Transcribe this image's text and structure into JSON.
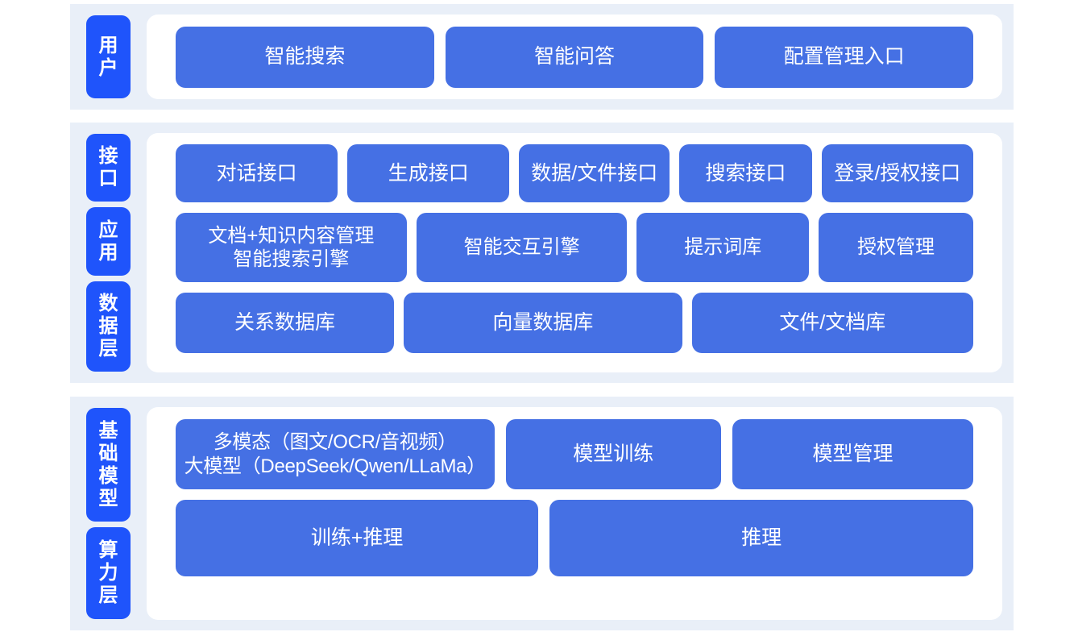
{
  "diagram": {
    "colors": {
      "band_background": "#e9eff8",
      "panel_background": "#ffffff",
      "box_blue": "#4570e4",
      "label_chip_blue": "#1f54fb",
      "text_white": "#ffffff"
    },
    "sections": [
      {
        "id": "user",
        "labels": [
          "用户"
        ],
        "rows": [
          {
            "id": "user-entries",
            "boxes": [
              {
                "text": "智能搜索"
              },
              {
                "text": "智能问答"
              },
              {
                "text": "配置管理入口"
              }
            ]
          }
        ]
      },
      {
        "id": "middle",
        "labels": [
          "接口",
          "应用",
          "数据层"
        ],
        "rows": [
          {
            "id": "interface",
            "boxes": [
              {
                "text": "对话接口",
                "flex": 2.17
              },
              {
                "text": "生成接口",
                "flex": 2.17
              },
              {
                "text": "数据/文件接口",
                "flex": 2.0
              },
              {
                "text": "搜索接口",
                "flex": 1.74
              },
              {
                "text": "登录/授权接口",
                "flex": 2.02
              }
            ]
          },
          {
            "id": "application",
            "boxes": [
              {
                "text": "文档+知识内容管理\n智能搜索引擎",
                "flex": 3.03
              },
              {
                "text": "智能交互引擎",
                "flex": 2.75
              },
              {
                "text": "提示词库",
                "flex": 2.21
              },
              {
                "text": "授权管理",
                "flex": 1.97
              }
            ]
          },
          {
            "id": "data-layer",
            "boxes": [
              {
                "text": "关系数据库",
                "flex": 2.77
              },
              {
                "text": "向量数据库",
                "flex": 3.58
              },
              {
                "text": "文件/文档库",
                "flex": 3.62
              }
            ]
          }
        ]
      },
      {
        "id": "infrastructure",
        "labels": [
          "基础模型",
          "算力层"
        ],
        "rows": [
          {
            "id": "foundation-model",
            "boxes": [
              {
                "text": "多模态（图文/OCR/音视频）\n大模型（DeepSeek/Qwen/LLaMa）",
                "flex": 3.97
              },
              {
                "text": "模型训练",
                "flex": 2.63
              },
              {
                "text": "模型管理",
                "flex": 2.96
              }
            ]
          },
          {
            "id": "compute",
            "boxes": [
              {
                "text": "训练+推理",
                "flex": 4.6
              },
              {
                "text": "推理",
                "flex": 5.4
              }
            ]
          }
        ]
      }
    ]
  }
}
